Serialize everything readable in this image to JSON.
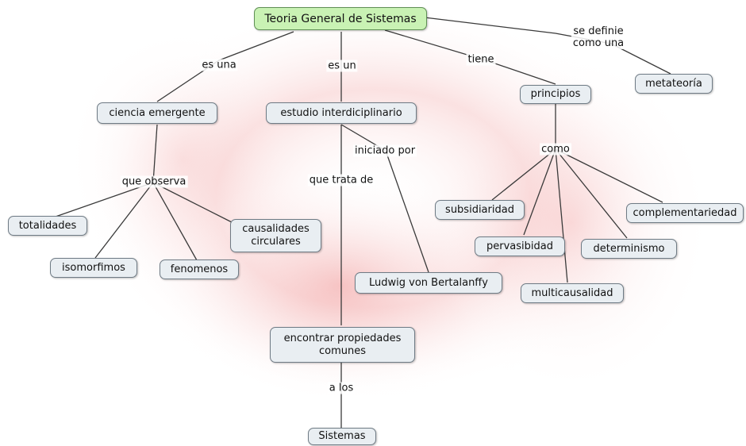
{
  "concepts": {
    "root": "Teoria General de Sistemas",
    "ciencia": "ciencia emergente",
    "estudio": "estudio interdiciplinario",
    "principios": "principios",
    "metateoria": "metateoría",
    "totalidades": "totalidades",
    "isomorfimos": "isomorfimos",
    "fenomenos": "fenomenos",
    "causalidades_1": "causalidades",
    "causalidades_2": "circulares",
    "ludwig": "Ludwig von Bertalanffy",
    "encontrar_1": "encontrar propiedades",
    "encontrar_2": "comunes",
    "sistemas": "Sistemas",
    "subsidiaridad": "subsidiaridad",
    "pervasibidad": "pervasibidad",
    "multicausalidad": "multicausalidad",
    "determinismo": "determinismo",
    "complementariedad": "complementariedad"
  },
  "links": {
    "es_una": "es una",
    "es_un": "es un",
    "tiene": "tiene",
    "se_definie_1": "se definie",
    "se_definie_2": "como una",
    "que_observa": "que observa",
    "iniciado_por": "iniciado por",
    "que_trata_de": "que trata de",
    "a_los": "a los",
    "como": "como"
  },
  "colors": {
    "node_fill": "#e9eef2",
    "root_fill": "#c9f2b4",
    "line": "#3a3a3a",
    "background_tint": "#f4b6b6"
  }
}
